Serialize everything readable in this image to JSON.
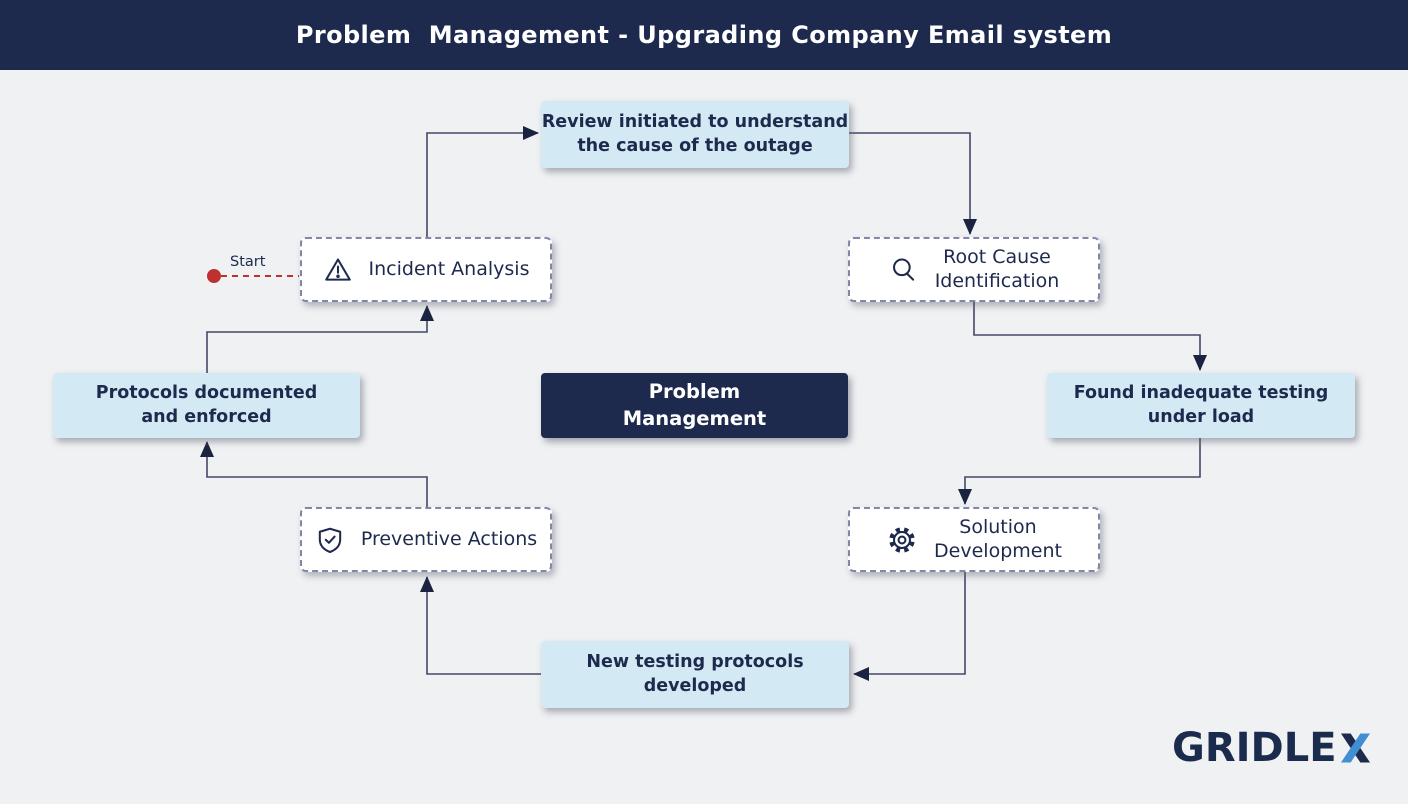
{
  "title_bar": {
    "title": "Problem  Management - Upgrading Company Email system"
  },
  "colors": {
    "navy": "#1e2a4d",
    "navy-dark": "#1a2440",
    "light-blue": "#d3eaf5",
    "line": "#434868",
    "dashed-border": "#8287a8",
    "red": "#bf3131",
    "bg": "#f0f1f3",
    "white": "#ffffff",
    "logo-navy": "#1b2b4d",
    "logo-blue": "#3f8fd2"
  },
  "start": {
    "label": "Start"
  },
  "center": {
    "label": "Problem\nManagement"
  },
  "nodes": {
    "review": {
      "label": "Review initiated to understand\nthe cause of the outage"
    },
    "incident": {
      "label": "Incident Analysis",
      "icon": "warning-icon"
    },
    "root_cause": {
      "label": "Root Cause\nIdentification",
      "icon": "search-icon"
    },
    "found": {
      "label": "Found inadequate testing\nunder load"
    },
    "solution": {
      "label": "Solution\nDevelopment",
      "icon": "gear-icon"
    },
    "new_testing": {
      "label": "New testing protocols\ndeveloped"
    },
    "preventive": {
      "label": "Preventive Actions",
      "icon": "shield-check-icon"
    },
    "protocols": {
      "label": "Protocols documented\nand enforced"
    }
  },
  "logo": {
    "main": "GRIDLE",
    "accent": "X"
  }
}
